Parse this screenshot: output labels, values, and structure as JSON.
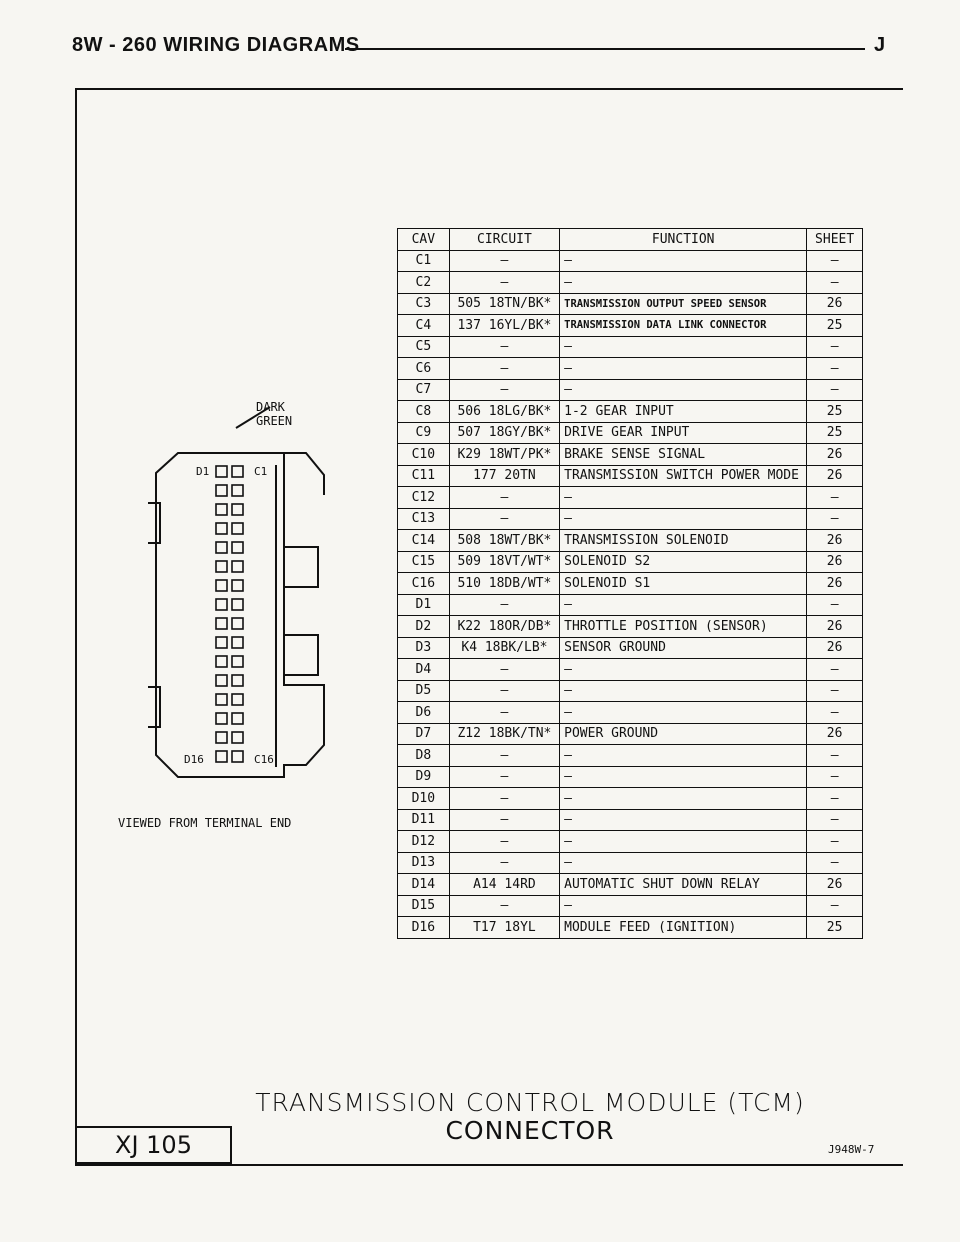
{
  "header": {
    "title": "8W - 260   WIRING DIAGRAMS",
    "right": "J"
  },
  "table": {
    "headers": [
      "CAV",
      "CIRCUIT",
      "FUNCTION",
      "SHEET"
    ],
    "rows": [
      {
        "cav": "C1",
        "circuit": "—",
        "function": "—",
        "sheet": "—"
      },
      {
        "cav": "C2",
        "circuit": "—",
        "function": "—",
        "sheet": "—"
      },
      {
        "cav": "C3",
        "circuit": "505 18TN/BK*",
        "function": "TRANSMISSION OUTPUT SPEED SENSOR",
        "sheet": "26",
        "small": true
      },
      {
        "cav": "C4",
        "circuit": "137 16YL/BK*",
        "function": "TRANSMISSION DATA LINK CONNECTOR",
        "sheet": "25",
        "small": true
      },
      {
        "cav": "C5",
        "circuit": "—",
        "function": "—",
        "sheet": "—"
      },
      {
        "cav": "C6",
        "circuit": "—",
        "function": "—",
        "sheet": "—"
      },
      {
        "cav": "C7",
        "circuit": "—",
        "function": "—",
        "sheet": "—"
      },
      {
        "cav": "C8",
        "circuit": "506 18LG/BK*",
        "function": "1-2 GEAR INPUT",
        "sheet": "25"
      },
      {
        "cav": "C9",
        "circuit": "507 18GY/BK*",
        "function": "DRIVE GEAR INPUT",
        "sheet": "25"
      },
      {
        "cav": "C10",
        "circuit": "K29 18WT/PK*",
        "function": "BRAKE SENSE SIGNAL",
        "sheet": "26"
      },
      {
        "cav": "C11",
        "circuit": "177 20TN",
        "function": "TRANSMISSION SWITCH POWER MODE",
        "sheet": "26"
      },
      {
        "cav": "C12",
        "circuit": "—",
        "function": "—",
        "sheet": "—"
      },
      {
        "cav": "C13",
        "circuit": "—",
        "function": "—",
        "sheet": "—"
      },
      {
        "cav": "C14",
        "circuit": "508 18WT/BK*",
        "function": "TRANSMISSION SOLENOID",
        "sheet": "26"
      },
      {
        "cav": "C15",
        "circuit": "509 18VT/WT*",
        "function": "SOLENOID S2",
        "sheet": "26"
      },
      {
        "cav": "C16",
        "circuit": "510 18DB/WT*",
        "function": "SOLENOID S1",
        "sheet": "26"
      },
      {
        "cav": "D1",
        "circuit": "—",
        "function": "—",
        "sheet": "—"
      },
      {
        "cav": "D2",
        "circuit": "K22 18OR/DB*",
        "function": "THROTTLE POSITION (SENSOR)",
        "sheet": "26"
      },
      {
        "cav": "D3",
        "circuit": "K4 18BK/LB*",
        "function": "SENSOR GROUND",
        "sheet": "26"
      },
      {
        "cav": "D4",
        "circuit": "—",
        "function": "—",
        "sheet": "—"
      },
      {
        "cav": "D5",
        "circuit": "—",
        "function": "—",
        "sheet": "—"
      },
      {
        "cav": "D6",
        "circuit": "—",
        "function": "—",
        "sheet": "—"
      },
      {
        "cav": "D7",
        "circuit": "Z12 18BK/TN*",
        "function": "POWER GROUND",
        "sheet": "26"
      },
      {
        "cav": "D8",
        "circuit": "—",
        "function": "—",
        "sheet": "—"
      },
      {
        "cav": "D9",
        "circuit": "—",
        "function": "—",
        "sheet": "—"
      },
      {
        "cav": "D10",
        "circuit": "—",
        "function": "—",
        "sheet": "—"
      },
      {
        "cav": "D11",
        "circuit": "—",
        "function": "—",
        "sheet": "—"
      },
      {
        "cav": "D12",
        "circuit": "—",
        "function": "—",
        "sheet": "—"
      },
      {
        "cav": "D13",
        "circuit": "—",
        "function": "—",
        "sheet": "—"
      },
      {
        "cav": "D14",
        "circuit": "A14 14RD",
        "function": "AUTOMATIC SHUT DOWN RELAY",
        "sheet": "26"
      },
      {
        "cav": "D15",
        "circuit": "—",
        "function": "—",
        "sheet": "—"
      },
      {
        "cav": "D16",
        "circuit": "T17 18YL",
        "function": "MODULE FEED (IGNITION)",
        "sheet": "25"
      }
    ]
  },
  "connector": {
    "color_label_line1": "DARK",
    "color_label_line2": "GREEN",
    "top_left": "D1",
    "top_right": "C1",
    "bottom_left": "D16",
    "bottom_right": "C16",
    "view_note": "VIEWED FROM TERMINAL END"
  },
  "title_line1": "TRANSMISSION CONTROL MODULE (TCM)",
  "title_line2": "CONNECTOR",
  "page_id": "XJ 105",
  "figure_ref": "J948W-7"
}
